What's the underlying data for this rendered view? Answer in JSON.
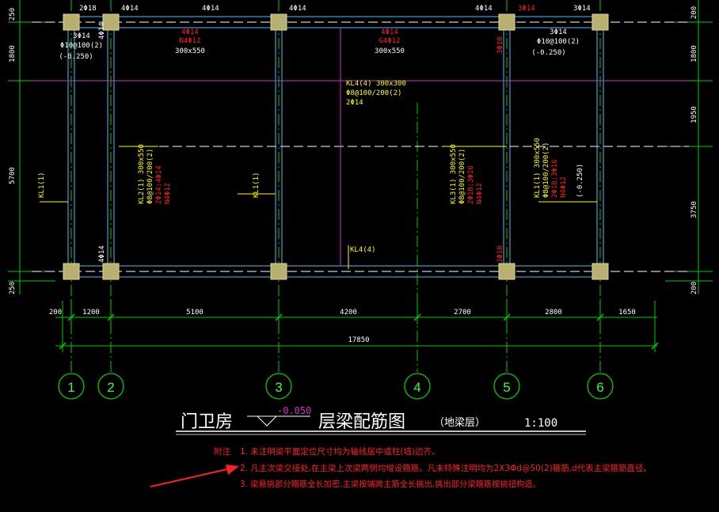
{
  "top_labels": [
    "2Φ18",
    "4Φ14",
    "4Φ14",
    "4Φ14",
    "4Φ14",
    "3Φ14",
    "3Φ14"
  ],
  "left_dims": [
    "250",
    "1800",
    "5700",
    "250"
  ],
  "right_dims": [
    "200",
    "1800",
    "1950",
    "3750",
    "200"
  ],
  "bottom_dims": [
    "200",
    "1200",
    "5100",
    "4200",
    "2700",
    "2800",
    "1650"
  ],
  "total_dim": "17850",
  "axes": [
    "1",
    "2",
    "3",
    "4",
    "5",
    "6"
  ],
  "beams": {
    "a1": "4Φ14",
    "a2": "N4Φ12",
    "a3": "300x550",
    "b1": "4Φ14",
    "b2": "G4Φ12",
    "b3": "300x550",
    "c1": "3Φ14",
    "c2": "Φ10@100(2)",
    "c3": "(-0.250)",
    "d1": "3Φ14",
    "d2": "Φ10@100(2)",
    "d3": "(-0.250)",
    "kl4_1": "KL4(4)  300x300",
    "kl4_2": "Φ8@100/200(2)",
    "kl4_3": "2Φ14",
    "kl4_bottom": "KL4(4)",
    "kl1_left": "KL1(1)",
    "kl1_mid": "KL1(1)",
    "left_v4": "4Φ14",
    "left_v4b": "4Φ14",
    "v3_18a": "3Φ18",
    "v3_18b": "3Φ18",
    "kl2_1": "KL2(1)  300x550",
    "kl2_2": "Φ8@100/200(2)",
    "kl2_3": "2Φ14;4Φ14",
    "kl2_4": "N4Φ12",
    "kl3_1": "KL3(1)  300x550",
    "kl3_2": "Φ8@100/200(2)",
    "kl3_3": "2Φ18;3Φ16",
    "kl3_4": "N4Φ12",
    "kl1r_1": "KL1(1)  300x550",
    "kl1r_2": "Φ8@100/200(2)",
    "kl1r_3": "2Φ18;3Φ16",
    "kl1r_4": "N4Φ12",
    "kl1r_5": "(-0.250)"
  },
  "title": {
    "name": "门卫房",
    "elevation": "-0.050",
    "suffix": "层梁配筋图",
    "layer": "（地梁层）",
    "scale": "1:100"
  },
  "notes": {
    "label": "附注",
    "items": [
      "1. 未注明梁平面定位尺寸均为轴线居中或柱(墙)边齐。",
      "2. 凡主次梁交接处,在主梁上次梁两侧均增设箍筋。凡未特殊注明均为2X3Φd@50(2)箍筋,d代表主梁箍筋直径。",
      "3. 梁悬挑部分箍筋全长加密,主梁按端跨主筋全长挑出,挑出部分梁箍筋按挑扭构造。"
    ]
  },
  "colors": {
    "background": "#000000",
    "axis_green": "#00cc00",
    "beam_cyan": "#40c0ff",
    "column": "#b8b070",
    "text_yellow": "#ffff00",
    "text_red": "#ff2020",
    "magenta": "#cc33cc"
  }
}
